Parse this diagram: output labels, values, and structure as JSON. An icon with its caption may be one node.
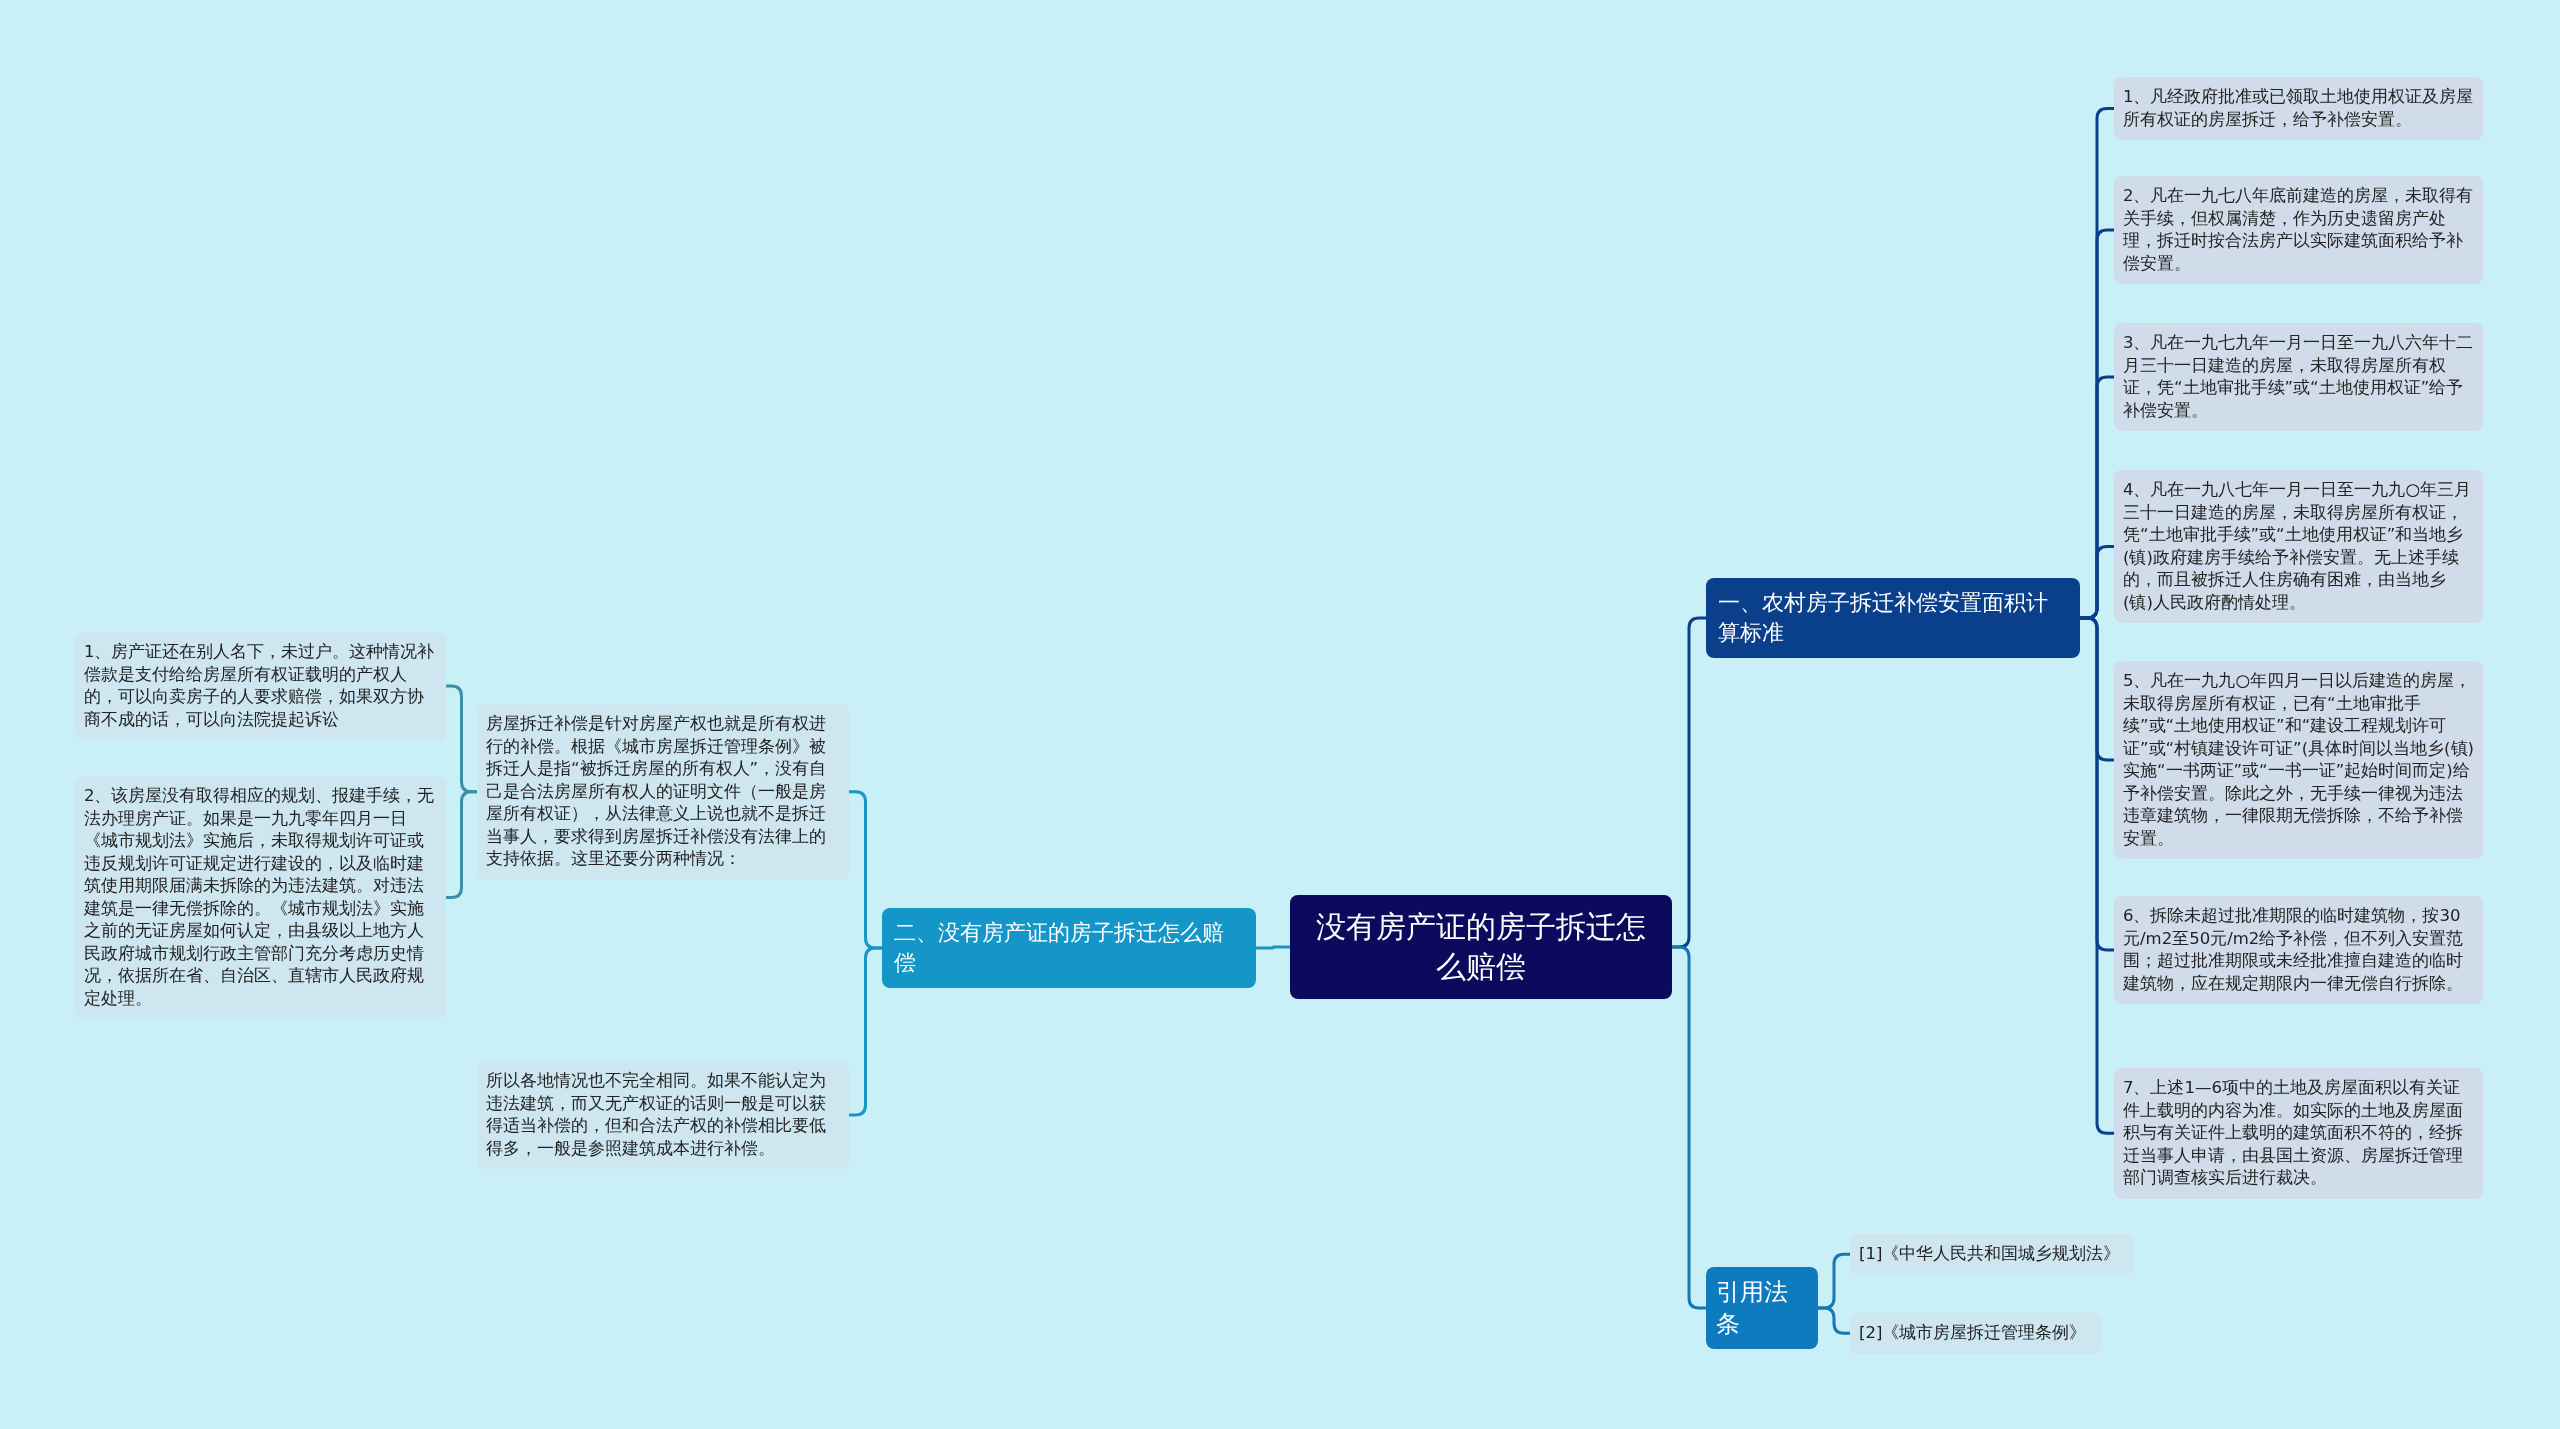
{
  "diagram": {
    "nodes": [
      {
        "text": [
          "没有房产证的房子拆迁怎么赔偿"
        ]
      },
      {
        "text": [
          "一、农村房子拆迁补偿安置面积计算标准"
        ]
      },
      {
        "text": [
          "1、凡经政府批准或已领取土地使用权证及房屋所有权证的房屋拆迁，给予补偿安置。"
        ]
      },
      {
        "text": [
          "2、凡在一九七八年底前建造的房屋，未取得有关手续，但权属清楚，作为历史遗留房产处理，拆迁时按合法房产以实际建筑面积给予补偿安置。"
        ]
      },
      {
        "text": [
          "3、凡在一九七九年一月一日至一九八六年十二月三十一日建造的房屋，未取得房屋所有权证，凭“土地审批手续”或“土地使用权证”给予补偿安置。"
        ]
      },
      {
        "text": [
          "4、凡在一九八七年一月一日至一九九○年三月三十一日建造的房屋，未取得房屋所有权证，凭“土地审批手续”或“土地使用权证”和当地乡(镇)政府建房手续给予补偿安置。无上述手续的，而且被拆迁人住房确有困难，由当地乡(镇)人民政府酌情处理。"
        ]
      },
      {
        "text": [
          "5、凡在一九九○年四月一日以后建造的房屋，未取得房屋所有权证，已有“土地审批手续”或“土地使用权证”和“建设工程规划许可证”或“村镇建设许可证”(具体时间以当地乡(镇)实施“一书两证”或“一书一证”起始时间而定)给予补偿安置。除此之外，无手续一律视为违法违章建筑物，一律限期无偿拆除，不给予补偿安置。"
        ]
      },
      {
        "text": [
          "6、拆除未超过批准期限的临时建筑物，按30元/m2至50元/m2给予补偿，但不列入安置范围；超过批准期限或未经批准擅自建造的临时建筑物，应在规定期限内一律无偿自行拆除。"
        ]
      },
      {
        "text": [
          "7、上述1—6项中的土地及房屋面积以有关证件上载明的内容为准。如实际的土地及房屋面积与有关证件上载明的建筑面积不符的，经拆迁当事人申请，由县国土资源、房屋拆迁管理部门调查核实后进行裁决。"
        ]
      },
      {
        "text": [
          "引用法条"
        ]
      },
      {
        "text": [
          "[1]《中华人民共和国城乡规划法》"
        ]
      },
      {
        "text": [
          "[2]《城市房屋拆迁管理条例》"
        ]
      },
      {
        "text": [
          "二、没有房产证的房子拆迁怎么赔偿"
        ]
      },
      {
        "text": [
          "房屋拆迁补偿是针对房屋产权也就是所有权进行的补偿。根据《城市房屋拆迁管理条例》被拆迁人是指“被拆迁房屋的所有权人”，没有自己是合法房屋所有权人的证明文件（一般是房屋所有权证），从法律意义上说也就不是拆迁当事人，要求得到房屋拆迁补偿没有法律上的支持依据。这里还要分两种情况："
        ]
      },
      {
        "text": [
          "所以各地情况也不完全相同。如果不能认定为违法建筑，而又无产权证的话则一般是可以获得适当补偿的，但和合法产权的补偿相比要低得多，一般是参照建筑成本进行补偿。"
        ]
      },
      {
        "text": [
          "1、房产证还在别人名下，未过户。这种情况补偿款是支付给给房屋所有权证载明的产权人的，可以向卖房子的人要求赔偿，如果双方协商不成的话，可以向法院提起诉讼"
        ]
      },
      {
        "text": [
          "2、该房屋没有取得相应的规划、报建手续，无法办理房产证。如果是一九九零年四月一日《城市规划法》实施后，未取得规划许可证或违反规划许可证规定进行建设的，以及临时建筑使用期限届满未拆除的为违法建筑。对违法建筑是一律无偿拆除的。《城市规划法》实施之前的无证房屋如何认定，由县级以上地方人民政府城市规划行政主管部门充分考虑历史情况，依据所在省、自治区、直辖市人民政府规定处理。"
        ]
      }
    ],
    "edges": [
      {
        "from": 0,
        "to": 1,
        "arrow": "none"
      },
      {
        "from": 1,
        "to": 2,
        "arrow": "none"
      },
      {
        "from": 1,
        "to": 3,
        "arrow": "none"
      },
      {
        "from": 1,
        "to": 4,
        "arrow": "none"
      },
      {
        "from": 1,
        "to": 5,
        "arrow": "none"
      },
      {
        "from": 1,
        "to": 6,
        "arrow": "none"
      },
      {
        "from": 1,
        "to": 7,
        "arrow": "none"
      },
      {
        "from": 1,
        "to": 8,
        "arrow": "none"
      },
      {
        "from": 0,
        "to": 9,
        "arrow": "none",
        "color": "#1478b4"
      },
      {
        "from": 9,
        "to": 10,
        "arrow": "none",
        "color": "#1478b4"
      },
      {
        "from": 9,
        "to": 11,
        "arrow": "none",
        "color": "#1478b4"
      },
      {
        "from": 0,
        "to": 12,
        "arrow": "none",
        "color": "#1896c6"
      },
      {
        "from": 12,
        "to": 13,
        "arrow": "none",
        "color": "#1896c6"
      },
      {
        "from": 12,
        "to": 14,
        "arrow": "none",
        "color": "#1896c6"
      },
      {
        "from": 13,
        "to": 15,
        "arrow": "none",
        "color": "#3d8fa6"
      },
      {
        "from": 13,
        "to": 16,
        "arrow": "none",
        "color": "#3d8fa6"
      }
    ]
  }
}
